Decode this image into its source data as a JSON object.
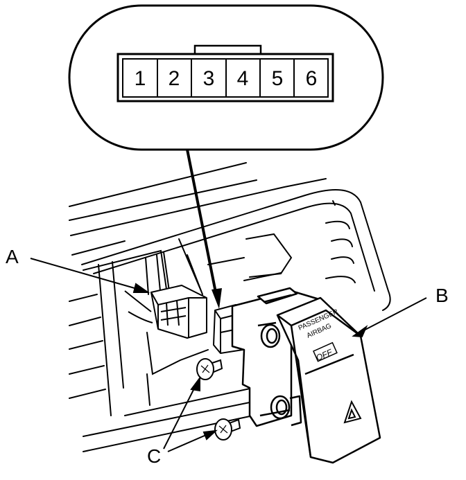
{
  "connector": {
    "pins": [
      "1",
      "2",
      "3",
      "4",
      "5",
      "6"
    ]
  },
  "callouts": {
    "a": "A",
    "b": "B",
    "c": "C"
  },
  "switch": {
    "line1": "PASSENGER",
    "line2": "AIRBAG",
    "off": "OFF"
  },
  "colors": {
    "ink": "#000000",
    "paper": "#ffffff"
  }
}
